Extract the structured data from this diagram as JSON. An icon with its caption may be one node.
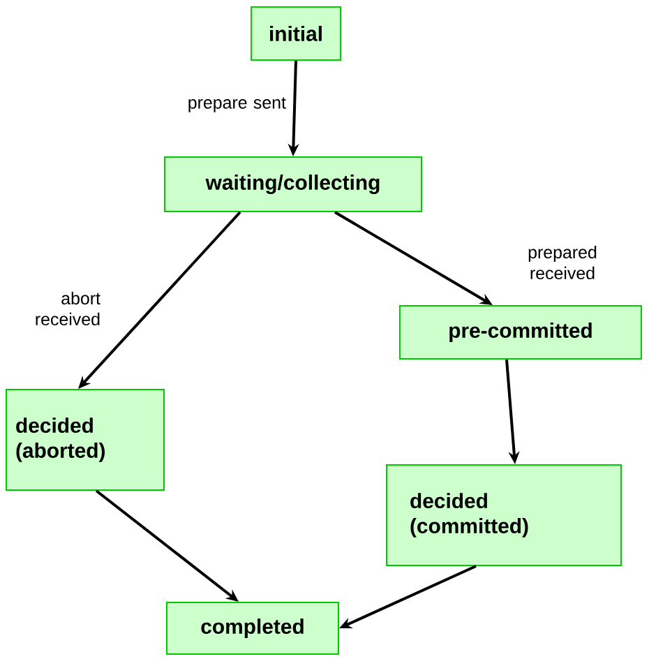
{
  "diagram": {
    "nodes": [
      {
        "text": [
          "initial"
        ]
      },
      {
        "text": [
          "waiting/collecting"
        ]
      },
      {
        "text": [
          "pre-committed"
        ]
      },
      {
        "text": [
          "decided (aborted)"
        ]
      },
      {
        "text": [
          "decided (committed)"
        ]
      },
      {
        "text": [
          "completed"
        ]
      }
    ],
    "edges": [
      {
        "from": 0,
        "to": 1,
        "arrow": "to",
        "label": "prepare sent"
      },
      {
        "from": 1,
        "to": 3,
        "arrow": "to",
        "label": "abort received"
      },
      {
        "from": 1,
        "to": 2,
        "arrow": "to",
        "label": "prepared received"
      },
      {
        "from": 2,
        "to": 4,
        "arrow": "to"
      },
      {
        "from": 3,
        "to": 5,
        "arrow": "to"
      },
      {
        "from": 4,
        "to": 5,
        "arrow": "to"
      }
    ]
  }
}
